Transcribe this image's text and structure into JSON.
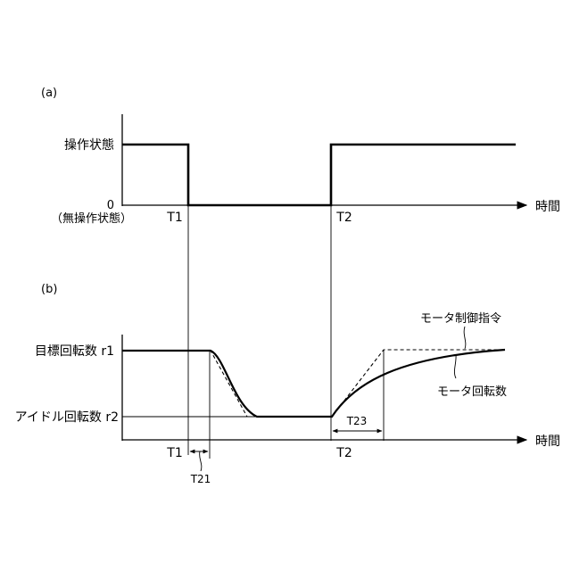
{
  "panel_a": {
    "label": "(a)",
    "y_high_label": "操作状態",
    "y_low_label": "0",
    "y_low_sublabel": "（無操作状態）",
    "t1_label": "T1",
    "t2_label": "T2",
    "x_axis_label": "時間"
  },
  "panel_b": {
    "label": "(b)",
    "y_target_label": "目標回転数 r1",
    "y_idle_label": "アイドル回転数 r2",
    "t1_label": "T1",
    "t2_label": "T2",
    "t21_label": "T21",
    "t23_label": "T23",
    "x_axis_label": "時間",
    "command_label": "モータ制御指令",
    "rpm_label": "モータ回転数"
  },
  "colors": {
    "line": "#000000",
    "background": "#ffffff"
  }
}
